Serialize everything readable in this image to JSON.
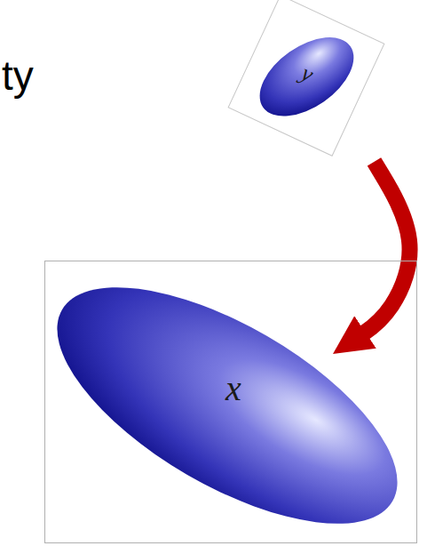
{
  "diagram": {
    "nodes": [
      {
        "text": [
          "y"
        ]
      },
      {
        "text": [
          "x"
        ]
      }
    ],
    "edges": [
      {
        "from": 0,
        "to": 1,
        "arrow": "to"
      }
    ],
    "labels": [
      "ty"
    ]
  }
}
